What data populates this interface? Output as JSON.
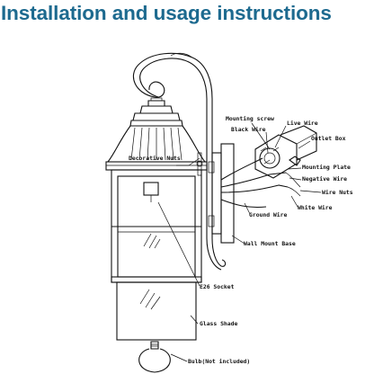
{
  "title": "Installation and usage instructions",
  "labels": {
    "mounting_screw": "Mounting screw",
    "live_wire": "Live Wire",
    "black_wire": "Black Wire",
    "outlet_box": "Outlet Box",
    "decorative_nuts": "Decorative Nuts",
    "mounting_plate": "Mounting Plate",
    "negative_wire": "Negative Wire",
    "wire_nuts": "Wire Nuts",
    "white_wire": "White Wire",
    "ground_wire": "Ground Wire",
    "wall_mount_base": "Wall Mount Base",
    "e26_socket": "E26 Socket",
    "glass_shade": "Glass Shade",
    "bulb": "Bulb(Not included)"
  }
}
